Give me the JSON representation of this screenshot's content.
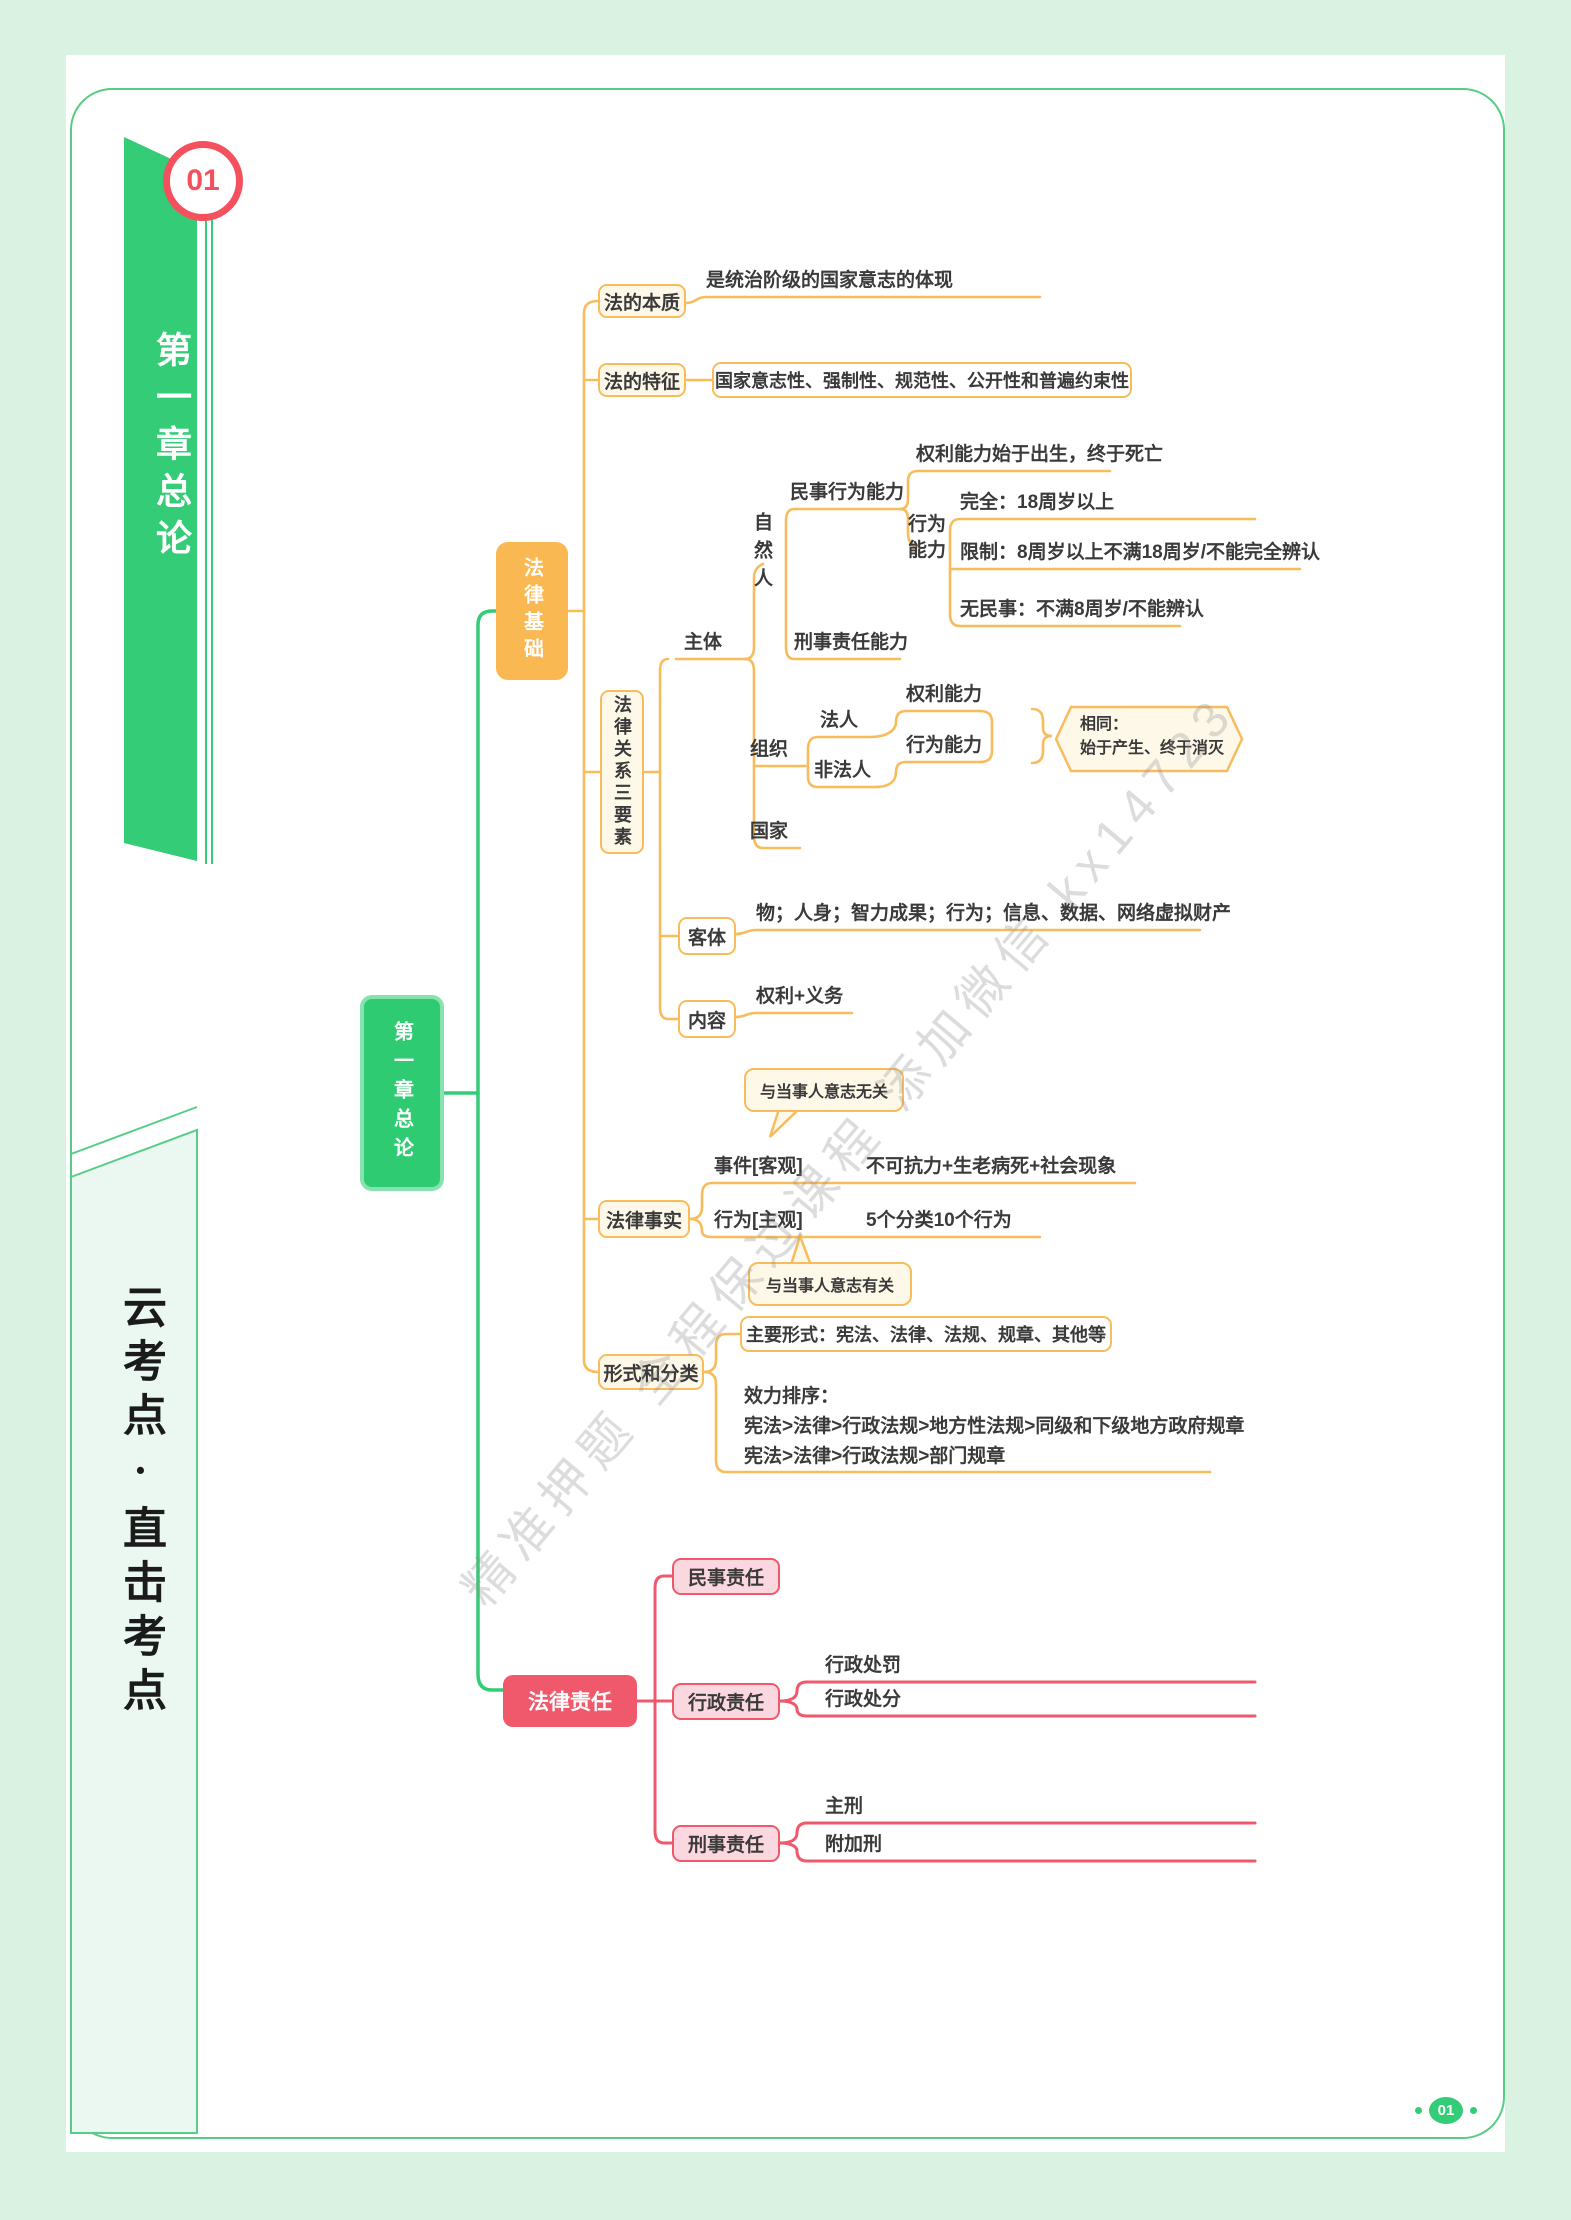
{
  "header": {
    "chapter_badge": "01",
    "ribbon_title": "第一章总论"
  },
  "sidebar": {
    "caption": "云考点·直击考点"
  },
  "footer": {
    "page_number": "01"
  },
  "watermark": "精准押题 全程保过课程 添加微信 kx14723",
  "colors": {
    "green": "#35cc77",
    "root_green": "#2fcb72",
    "orange_fill": "#f9b851",
    "orange_line": "#f8bc5c",
    "cream": "#fef8e9",
    "red": "#f0596c",
    "pink": "#fbd7df",
    "frame_band": "#d9f2e2",
    "panel": "#ebf8f1"
  },
  "map": {
    "root": "第一章总论",
    "legal_basis": "法律基础",
    "essence": "法的本质",
    "essence_detail": "是统治阶级的国家意志的体现",
    "features": "法的特征",
    "features_detail": "国家意志性、强制性、规范性、公开性和普遍约束性",
    "relation_elements": "法律关系三要素",
    "subject": "主体",
    "natural_person": "自然人",
    "civil_capacity": "民事行为能力",
    "rights_capacity_note": "权利能力始于出生，终于死亡",
    "conduct_capacity": "行为能力",
    "capacity_full": "完全：18周岁以上",
    "capacity_limited": "限制：8周岁以上不满18周岁/不能完全辨认",
    "capacity_none": "无民事：不满8周岁/不能辨认",
    "criminal_capacity": "刑事责任能力",
    "organization": "组织",
    "legal_person": "法人",
    "non_legal_person": "非法人",
    "org_rights_capacity": "权利能力",
    "org_conduct_capacity": "行为能力",
    "same_title": "相同：",
    "same_body": "始于产生、终于消灭",
    "state": "国家",
    "object": "客体",
    "object_detail": "物；人身；智力成果；行为；信息、数据、网络虚拟财产",
    "content": "内容",
    "content_detail": "权利+义务",
    "legal_facts": "法律事实",
    "no_will_callout": "与当事人意志无关",
    "event": "事件[客观]",
    "event_detail": "不可抗力+生老病死+社会现象",
    "act": "行为[主观]",
    "act_detail": "5个分类10个行为",
    "with_will_callout": "与当事人意志有关",
    "forms": "形式和分类",
    "forms_main": "主要形式：宪法、法律、法规、规章、其他等",
    "ranking_title": "效力排序：",
    "ranking_line1": "宪法>法律>行政法规>地方性法规>同级和下级地方政府规章",
    "ranking_line2": "宪法>法律>行政法规>部门规章",
    "liability": "法律责任",
    "civil_liability": "民事责任",
    "admin_liability": "行政责任",
    "admin_punishment": "行政处罚",
    "admin_sanction": "行政处分",
    "criminal_liability": "刑事责任",
    "principal_penalty": "主刑",
    "supplementary_penalty": "附加刑"
  }
}
